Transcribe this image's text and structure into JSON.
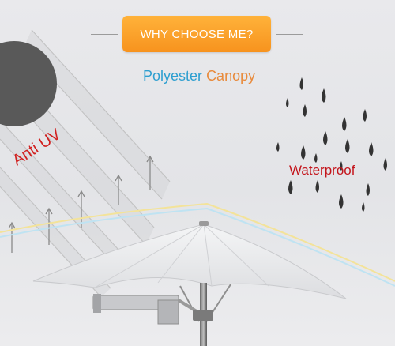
{
  "banner": {
    "text": "WHY CHOOSE ME?"
  },
  "canopy_label": {
    "word1": "Polyester",
    "word2": "Canopy"
  },
  "features": {
    "uv": "Anti UV",
    "water": "Waterproof"
  },
  "colors": {
    "banner": "#f7931e",
    "polyester": "#2e9fd0",
    "canopy": "#e88a3b",
    "feature_red": "#d1201f",
    "raindrop": "#333333",
    "sun": "#5a5a5a"
  }
}
